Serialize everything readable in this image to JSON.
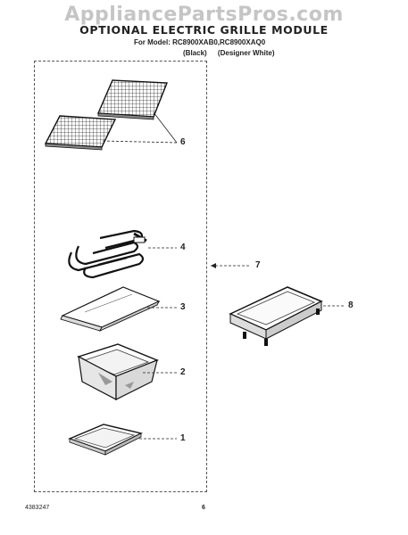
{
  "watermark": "AppliancePartsPros.com",
  "title": "OPTIONAL ELECTRIC GRILLE MODULE",
  "model_line": "For Model: RC8900XAB0,RC8900XAQ0",
  "color_black": "(Black)",
  "color_white": "(Designer White)",
  "callouts": {
    "c6": "6",
    "c4": "4",
    "c7": "7",
    "c3": "3",
    "c8": "8",
    "c2": "2",
    "c1": "1"
  },
  "footer": {
    "doc_number": "4383247",
    "page": "6"
  }
}
